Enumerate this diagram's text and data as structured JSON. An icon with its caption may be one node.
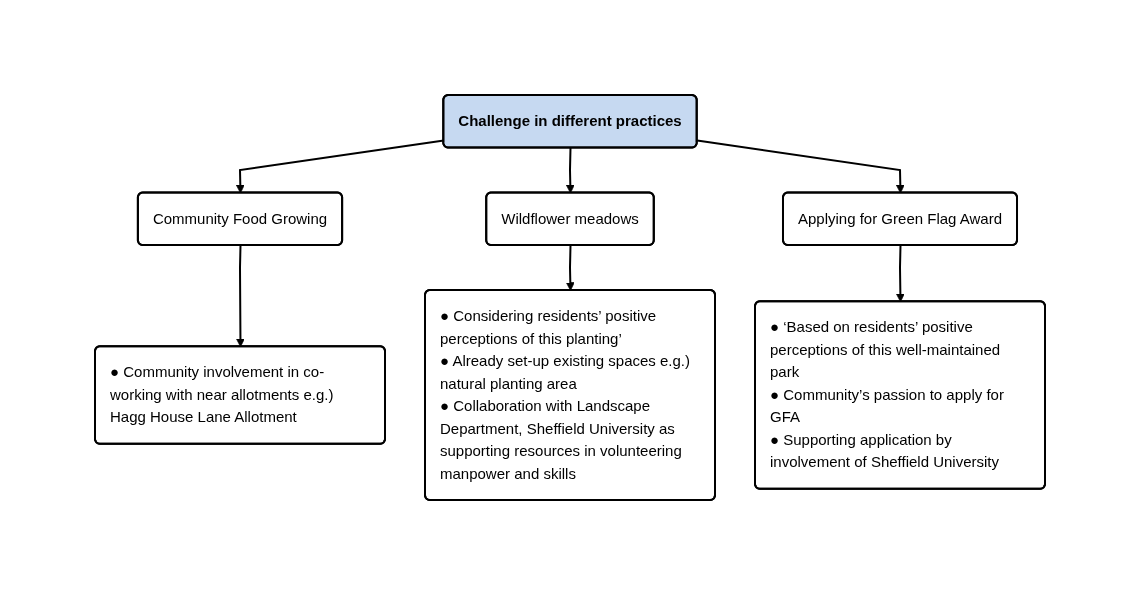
{
  "diagram": {
    "nodes": [
      {
        "text": [
          "Challenge in different practices"
        ]
      },
      {
        "text": [
          "Community Food Growing"
        ]
      },
      {
        "text": [
          "Wildflower meadows"
        ]
      },
      {
        "text": [
          "Applying for Green Flag Award"
        ]
      },
      {
        "text": [
          "● Community involvement in co-working with near allotments e.g.) Hagg House Lane Allotment"
        ]
      },
      {
        "text": [
          "● Considering residents’ positive perceptions of this planting’",
          "● Already set-up existing spaces e.g.) natural planting area",
          "● Collaboration with Landscape Department, Sheffield University as supporting resources in volunteering manpower and skills"
        ]
      },
      {
        "text": [
          "● ‘Based on residents’ positive perceptions of this well-maintained park",
          "● Community’s passion to apply for GFA",
          "● Supporting application by involvement of Sheffield University"
        ]
      }
    ],
    "edges": [
      {
        "from": 0,
        "to": 1,
        "arrow": "to"
      },
      {
        "from": 0,
        "to": 2,
        "arrow": "to"
      },
      {
        "from": 0,
        "to": 3,
        "arrow": "to"
      },
      {
        "from": 1,
        "to": 4,
        "arrow": "to"
      },
      {
        "from": 2,
        "to": 5,
        "arrow": "to"
      },
      {
        "from": 3,
        "to": 6,
        "arrow": "to"
      }
    ]
  }
}
